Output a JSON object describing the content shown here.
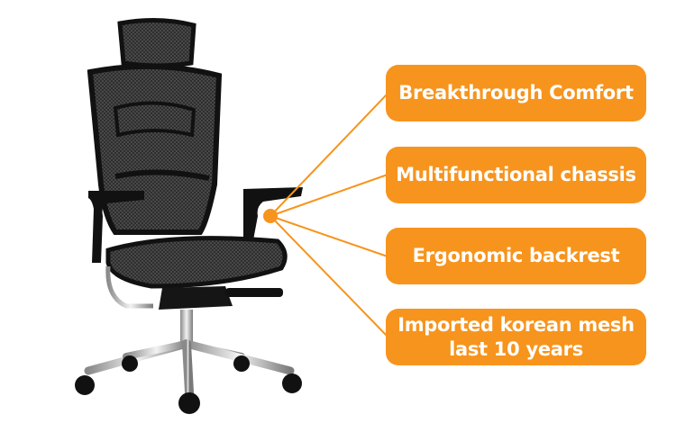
{
  "callouts": [
    {
      "label": "Breakthrough Comfort"
    },
    {
      "label": "Multifunctional chassis"
    },
    {
      "label": "Ergonomic backrest"
    },
    {
      "label": "Imported korean mesh last 10 years"
    }
  ],
  "colors": {
    "callout_background": "#f7941d",
    "callout_text": "#ffffff",
    "connector": "#f7941d",
    "chair_mesh": "#1a1a1a",
    "chair_frame": "#0d0d0d",
    "chrome": "#c8c8c8"
  },
  "image": {
    "subject": "ergonomic-mesh-office-chair"
  }
}
